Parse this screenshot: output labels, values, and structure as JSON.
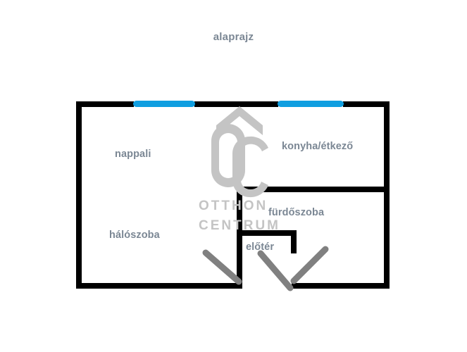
{
  "page": {
    "title": "alaprajz",
    "background_color": "#ffffff"
  },
  "colors": {
    "wall": "#000000",
    "window": "#0f9ee0",
    "door_swing": "#808080",
    "label_text": "#7b8794",
    "watermark": "#c4c4c4"
  },
  "rooms": [
    {
      "key": "nappali",
      "label": "nappali"
    },
    {
      "key": "konyha",
      "label": "konyha/étkező"
    },
    {
      "key": "furdoszoba",
      "label": "fürdőszoba"
    },
    {
      "key": "haloszoba",
      "label": "hálószoba"
    },
    {
      "key": "elotar",
      "label": "előtér"
    }
  ],
  "watermark": {
    "logo_letters": "ÔC",
    "line1": "OTTHON",
    "line2": "CENTRUM"
  },
  "features": {
    "windows_count": 2,
    "doors_count": 3
  }
}
